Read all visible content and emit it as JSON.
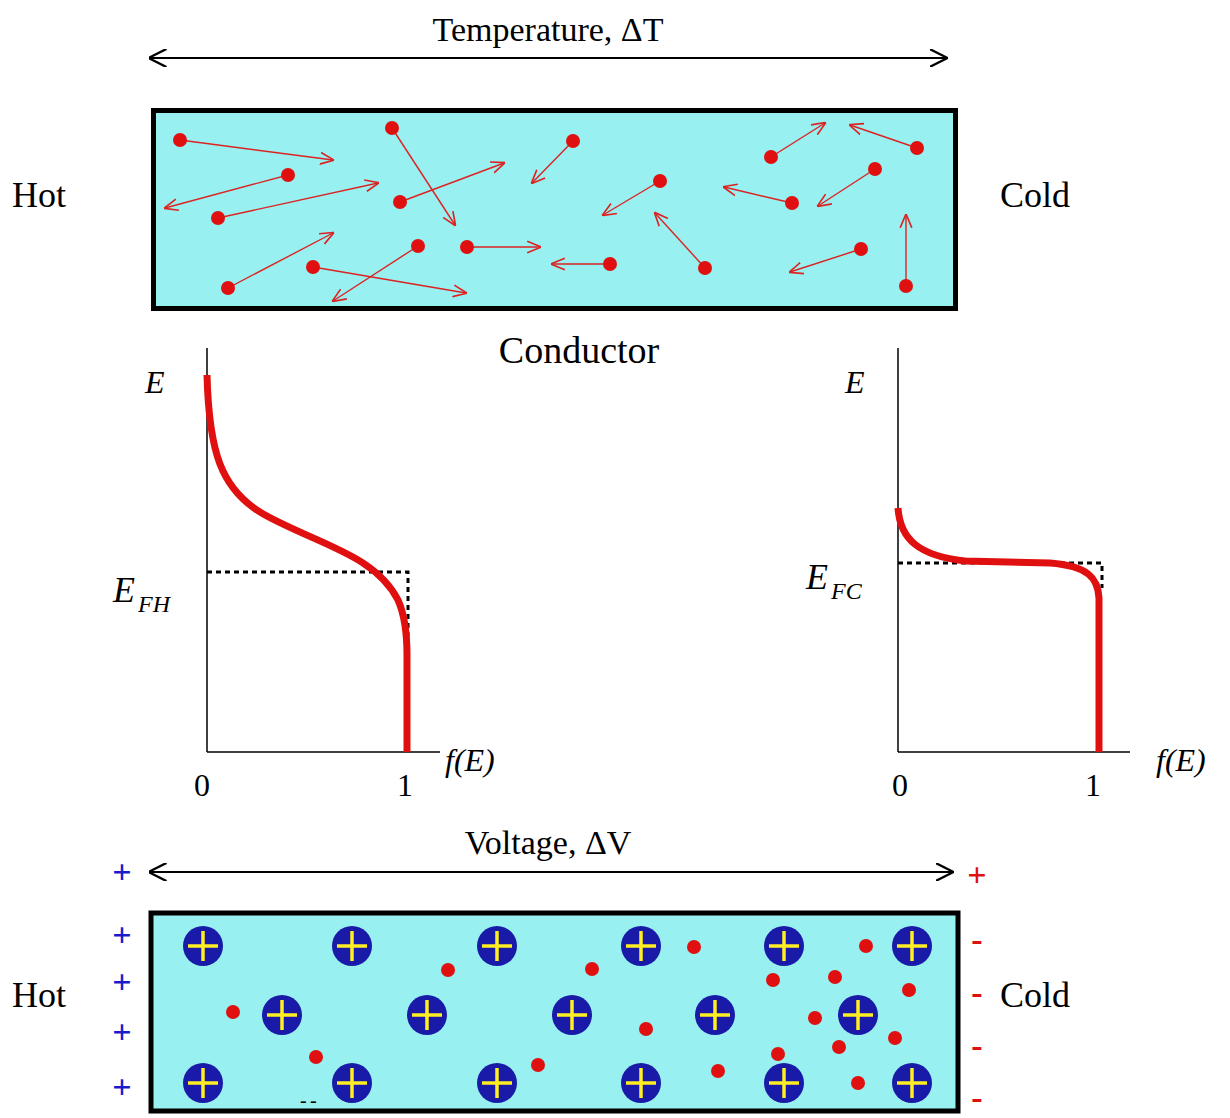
{
  "diagram": {
    "nodes": [
      {
        "text": [
          "Conductor"
        ]
      }
    ],
    "labels": [
      "Temperature, ΔT",
      "Hot",
      "Cold",
      "E",
      "E",
      "FH",
      "f(E)",
      "0",
      "1",
      "E",
      "E",
      "FC",
      "f(E)",
      "0",
      "1",
      "Voltage, ΔV",
      "Hot",
      "Cold",
      "+",
      "+",
      "+",
      "+",
      "+",
      "+",
      "-",
      "-",
      "-",
      "-",
      "-",
      "-"
    ]
  }
}
